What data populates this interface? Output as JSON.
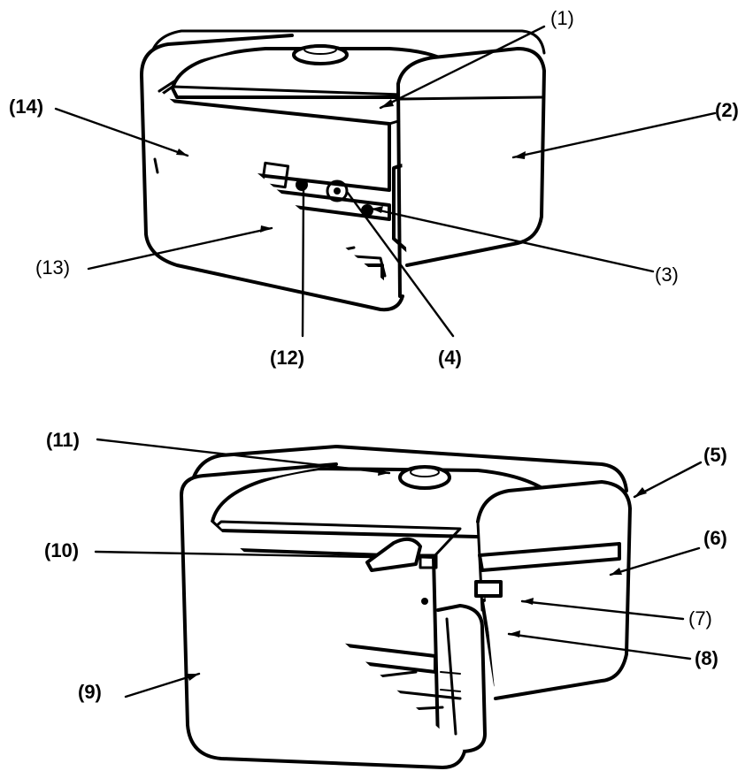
{
  "callouts": {
    "c1": "(1)",
    "c2": "(2)",
    "c3": "(3)",
    "c4": "(4)",
    "c5": "(5)",
    "c6": "(6)",
    "c7": "(7)",
    "c8": "(8)",
    "c9": "(9)",
    "c10": "(10)",
    "c11": "(11)",
    "c12": "(12)",
    "c13": "(13)",
    "c14": "(14)"
  }
}
